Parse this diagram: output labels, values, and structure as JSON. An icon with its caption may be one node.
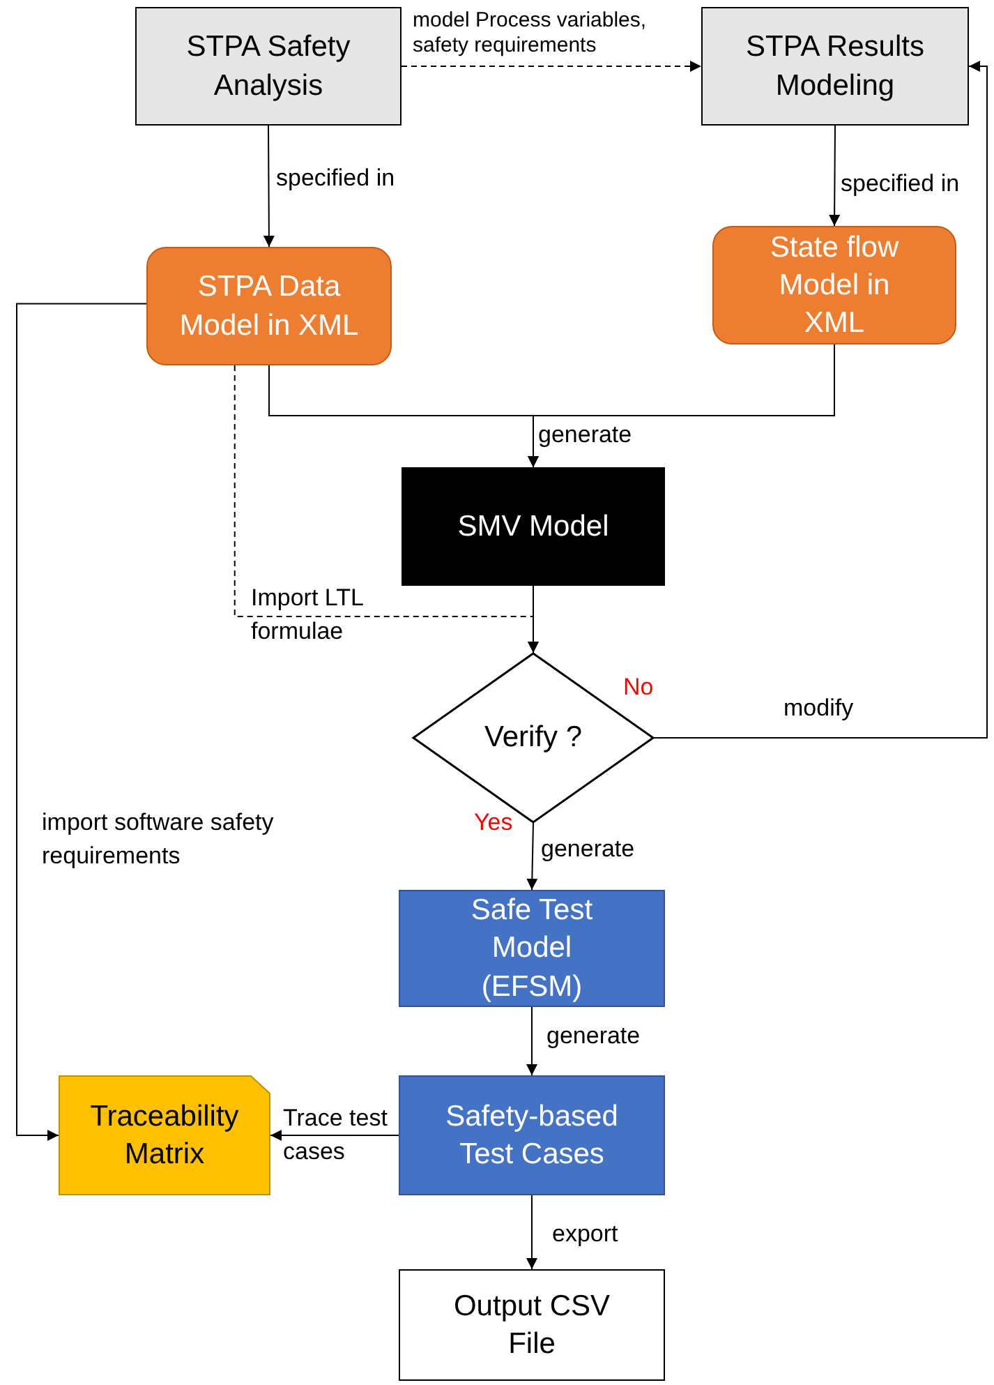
{
  "diagram": {
    "nodes": [
      {
        "text": [
          "STPA Safety Analysis"
        ]
      },
      {
        "text": [
          "STPA Results Modeling"
        ]
      },
      {
        "text": [
          "STPA Data Model in XML"
        ]
      },
      {
        "text": [
          "State flow Model in XML"
        ]
      },
      {
        "text": [
          "SMV Model"
        ]
      },
      {
        "text": [
          "Verify ?"
        ]
      },
      {
        "text": [
          "Safe Test Model (EFSM)"
        ]
      },
      {
        "text": [
          "Safety-based Test Cases"
        ]
      },
      {
        "text": [
          "Traceability Matrix"
        ]
      },
      {
        "text": [
          "Output CSV File"
        ]
      }
    ],
    "edges": [
      {
        "from": 0,
        "to": 1,
        "arrow": "to",
        "style": "dashed",
        "label": "model Process variables, safety requirements"
      },
      {
        "from": 0,
        "to": 2,
        "arrow": "to",
        "label": "specified in"
      },
      {
        "from": 1,
        "to": 3,
        "arrow": "to",
        "label": "specified in"
      },
      {
        "from": 2,
        "to": 4,
        "arrow": "to",
        "label": "generate"
      },
      {
        "from": 3,
        "to": 4,
        "arrow": "to"
      },
      {
        "from": 2,
        "to": 5,
        "arrow": "to",
        "style": "dashed",
        "label": "Import LTL formulae"
      },
      {
        "from": 4,
        "to": 5,
        "arrow": "to"
      },
      {
        "from": 5,
        "to": 1,
        "arrow": "to",
        "label": "modify"
      },
      {
        "from": 5,
        "to": 6,
        "arrow": "to",
        "label": "generate"
      },
      {
        "from": 6,
        "to": 7,
        "arrow": "to",
        "label": "generate"
      },
      {
        "from": 7,
        "to": 8,
        "arrow": "to",
        "label": "Trace test cases"
      },
      {
        "from": 2,
        "to": 8,
        "arrow": "to",
        "label": "import software safety requirements"
      },
      {
        "from": 7,
        "to": 9,
        "arrow": "to",
        "label": "export"
      }
    ],
    "labels": [
      "No",
      "Yes"
    ]
  }
}
